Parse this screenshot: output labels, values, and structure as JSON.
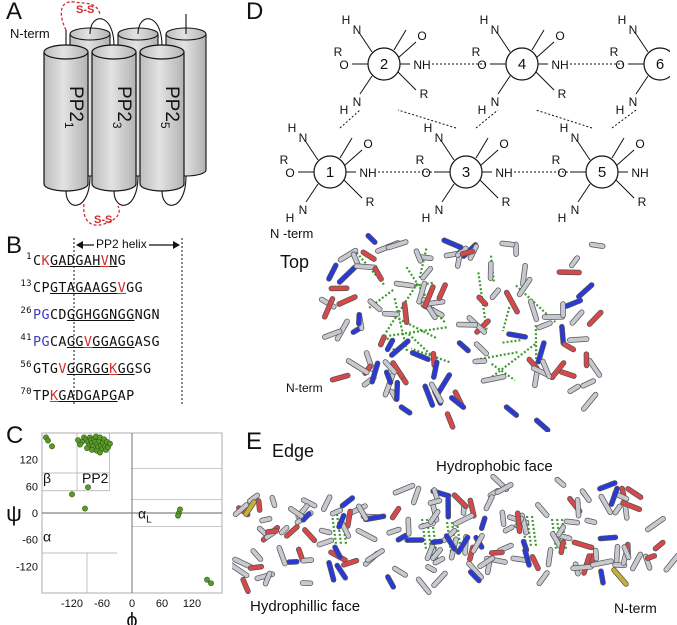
{
  "panels": {
    "a": {
      "letter": "A",
      "nterm": "N-term",
      "ss_top": "S-S",
      "ss_bottom": "S-S",
      "helix1": "PP2",
      "helix1_sub": "1",
      "helix2": "PP2",
      "helix2_sub": "3",
      "helix3": "PP2",
      "helix3_sub": "5"
    },
    "b": {
      "letter": "B",
      "helix_label": "PP2 helix",
      "rows": [
        {
          "num": "1",
          "segs": [
            {
              "t": "C",
              "c": ""
            },
            {
              "t": "K",
              "c": "red"
            },
            {
              "t": "GADGAH",
              "c": "",
              "u": true
            },
            {
              "t": "V",
              "c": "red",
              "u": true
            },
            {
              "t": "N",
              "c": "",
              "u": true
            },
            {
              "t": "G",
              "c": ""
            }
          ]
        },
        {
          "num": "13",
          "segs": [
            {
              "t": "CP",
              "c": ""
            },
            {
              "t": "GTAGAAGS",
              "c": "",
              "u": true
            },
            {
              "t": "V",
              "c": "red",
              "u": true
            },
            {
              "t": "GG",
              "c": ""
            }
          ]
        },
        {
          "num": "26",
          "segs": [
            {
              "t": "PG",
              "c": "blue"
            },
            {
              "t": "CD",
              "c": ""
            },
            {
              "t": "GGHGGNGG",
              "c": "",
              "u": true
            },
            {
              "t": "NGN",
              "c": ""
            }
          ]
        },
        {
          "num": "41",
          "segs": [
            {
              "t": "PG",
              "c": "blue"
            },
            {
              "t": "CA",
              "c": ""
            },
            {
              "t": "GG",
              "c": "",
              "u": true
            },
            {
              "t": "V",
              "c": "red",
              "u": true
            },
            {
              "t": "GGAGG",
              "c": "",
              "u": true
            },
            {
              "t": "ASG",
              "c": ""
            }
          ]
        },
        {
          "num": "56",
          "segs": [
            {
              "t": "GTG",
              "c": ""
            },
            {
              "t": "V",
              "c": "red"
            },
            {
              "t": "GGRGG",
              "c": "",
              "u": true
            },
            {
              "t": "K",
              "c": "red",
              "u": true
            },
            {
              "t": "GG",
              "c": "",
              "u": true
            },
            {
              "t": "SG",
              "c": ""
            }
          ]
        },
        {
          "num": "70",
          "segs": [
            {
              "t": "TP",
              "c": ""
            },
            {
              "t": "K",
              "c": "red",
              "u": true
            },
            {
              "t": "GADGAPG",
              "c": "",
              "u": true
            },
            {
              "t": "AP",
              "c": ""
            }
          ]
        }
      ]
    },
    "c": {
      "letter": "C",
      "ylabel": "ψ",
      "xlabel": "ϕ",
      "region_beta": "β",
      "region_pp2": "PP2",
      "region_alpha": "α",
      "region_alphaL": "α",
      "region_alphaL_sub": "L"
    },
    "d": {
      "letter": "D",
      "nterm": "N -term",
      "top_label": "Top",
      "nterm_structure": "N-term",
      "residues": [
        "1",
        "2",
        "3",
        "4",
        "5",
        "6"
      ],
      "atom_labels": {
        "n": "N",
        "h": "H",
        "o": "O",
        "r": "R",
        "nh": "NH"
      }
    },
    "e": {
      "letter": "E",
      "edge_label": "Edge",
      "hydrophobic": "Hydrophobic face",
      "hydrophilic": "Hydrophillic face",
      "nterm": "N-term"
    }
  },
  "chart_data": {
    "type": "scatter",
    "title": "",
    "xlabel": "ϕ",
    "ylabel": "ψ",
    "xlim": [
      -180,
      180
    ],
    "ylim": [
      -180,
      180
    ],
    "xticks": [
      -120,
      -60,
      0,
      60,
      120
    ],
    "yticks": [
      -120,
      -60,
      0,
      60,
      120
    ],
    "points": [
      [
        -172,
        170
      ],
      [
        -168,
        163
      ],
      [
        -160,
        150
      ],
      [
        -96,
        170
      ],
      [
        -92,
        165
      ],
      [
        -88,
        160
      ],
      [
        -86,
        152
      ],
      [
        -84,
        170
      ],
      [
        -82,
        164
      ],
      [
        -80,
        158
      ],
      [
        -78,
        150
      ],
      [
        -76,
        166
      ],
      [
        -74,
        160
      ],
      [
        -72,
        172
      ],
      [
        -70,
        155
      ],
      [
        -68,
        148
      ],
      [
        -66,
        162
      ],
      [
        -64,
        170
      ],
      [
        -62,
        152
      ],
      [
        -60,
        144
      ],
      [
        -58,
        158
      ],
      [
        -56,
        166
      ],
      [
        -54,
        150
      ],
      [
        -52,
        142
      ],
      [
        -50,
        160
      ],
      [
        -48,
        148
      ],
      [
        -70,
        140
      ],
      [
        -64,
        136
      ],
      [
        -90,
        146
      ],
      [
        -100,
        160
      ],
      [
        -104,
        154
      ],
      [
        -108,
        164
      ],
      [
        -44,
        156
      ],
      [
        -80,
        142
      ],
      [
        -120,
        42
      ],
      [
        -88,
        58
      ],
      [
        -94,
        10
      ],
      [
        94,
        0
      ],
      [
        96,
        8
      ],
      [
        92,
        -6
      ],
      [
        150,
        -150
      ],
      [
        158,
        -158
      ]
    ]
  },
  "colors": {
    "accent_red": "#d22d2d",
    "accent_blue": "#3b3bc8",
    "helix_fill": "#cfcfcf",
    "point_fill": "#5a9a2a",
    "hbond": "#3f9a30"
  }
}
